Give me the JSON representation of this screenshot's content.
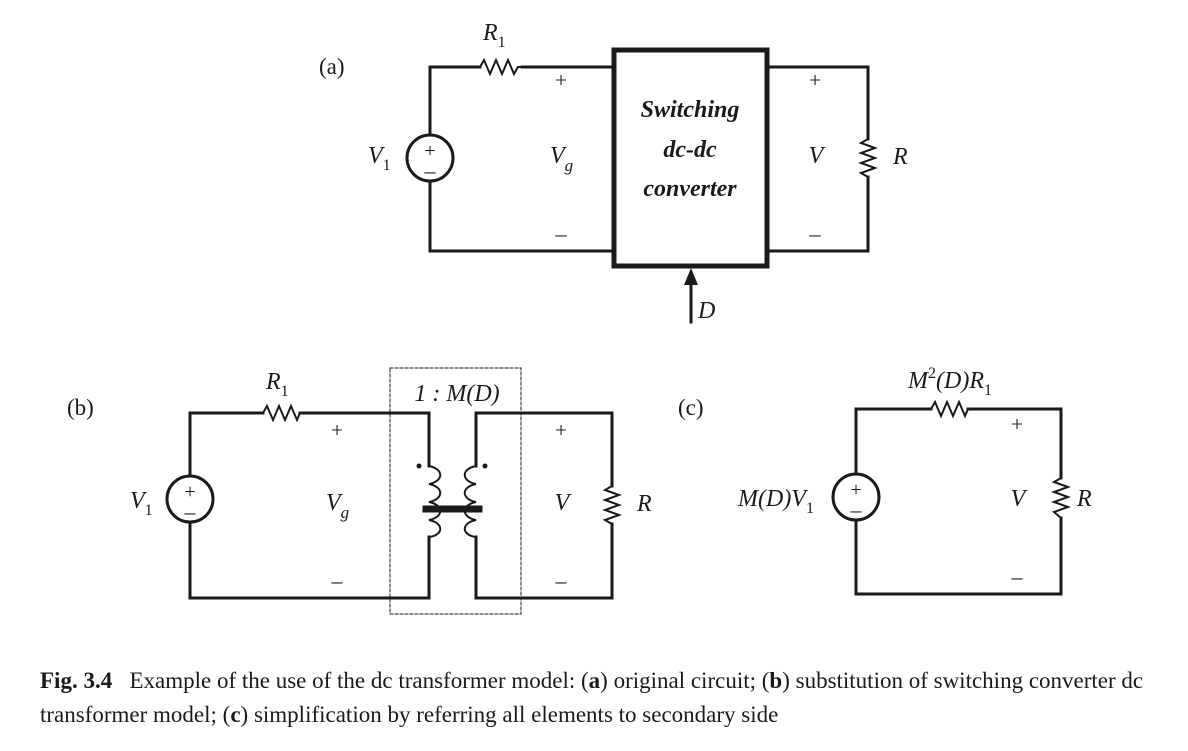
{
  "panel_a": {
    "label": "(a)",
    "source": {
      "name": "V",
      "sub": "1",
      "plus": "+",
      "minus": "–"
    },
    "resistor": {
      "name": "R",
      "sub": "1"
    },
    "vg": {
      "plus": "+",
      "name": "V",
      "sub": "g",
      "minus": "–"
    },
    "converter": {
      "line1": "Switching",
      "line2": "dc-dc",
      "line3": "converter"
    },
    "v_out": {
      "plus": "+",
      "name": "V",
      "minus": "–"
    },
    "load": "R",
    "duty": "D"
  },
  "panel_b": {
    "label": "(b)",
    "source": {
      "name": "V",
      "sub": "1",
      "plus": "+",
      "minus": "–"
    },
    "resistor": {
      "name": "R",
      "sub": "1"
    },
    "vg": {
      "plus": "+",
      "name": "V",
      "sub": "g",
      "minus": "–"
    },
    "ratio": "1 : M(D)",
    "v_out": {
      "plus": "+",
      "name": "V",
      "minus": "–"
    },
    "load": "R"
  },
  "panel_c": {
    "label": "(c)",
    "source": {
      "name": "M(D)V",
      "sub": "1",
      "plus": "+",
      "minus": "–"
    },
    "resistor": {
      "pre": "M",
      "sup": "2",
      "mid": "(D)R",
      "sub": "1"
    },
    "v_out": {
      "plus": "+",
      "name": "V",
      "minus": "–"
    },
    "load": "R"
  },
  "caption": {
    "fig": "Fig. 3.4",
    "text1": "Example of the use of the dc transformer model: (",
    "a": "a",
    "text2": ") original circuit; (",
    "b": "b",
    "text3": ") substitution of switching converter dc transformer model; (",
    "c": "c",
    "text4": ") simplification by referring all elements to secondary side"
  }
}
